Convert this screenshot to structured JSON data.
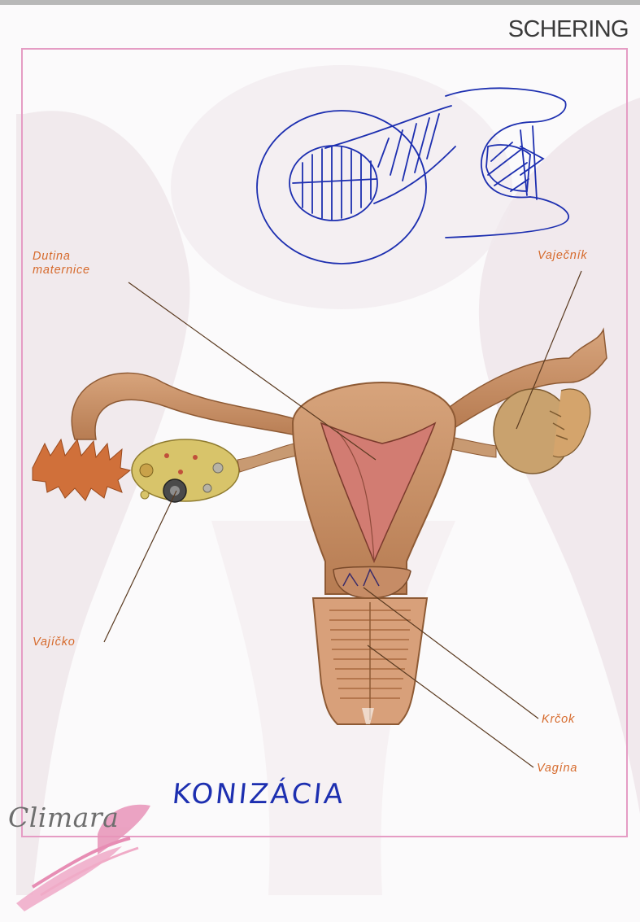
{
  "brand": "SCHERING",
  "labels": {
    "dutina": "Dutina",
    "maternice": "maternice",
    "vajecnik": "Vaječník",
    "vajicko": "Vajíčko",
    "krcok": "Krčok",
    "vagina": "Vagína"
  },
  "logo": "Climara",
  "handwritten_note": "KONIZÁCIA",
  "colors": {
    "label": "#d66a2c",
    "frame": "#e59cc4",
    "ink": "#1d2fb0",
    "tissue": "#c28a5e",
    "tissue_dark": "#8e5a34",
    "ovary": "#d8c46a"
  }
}
